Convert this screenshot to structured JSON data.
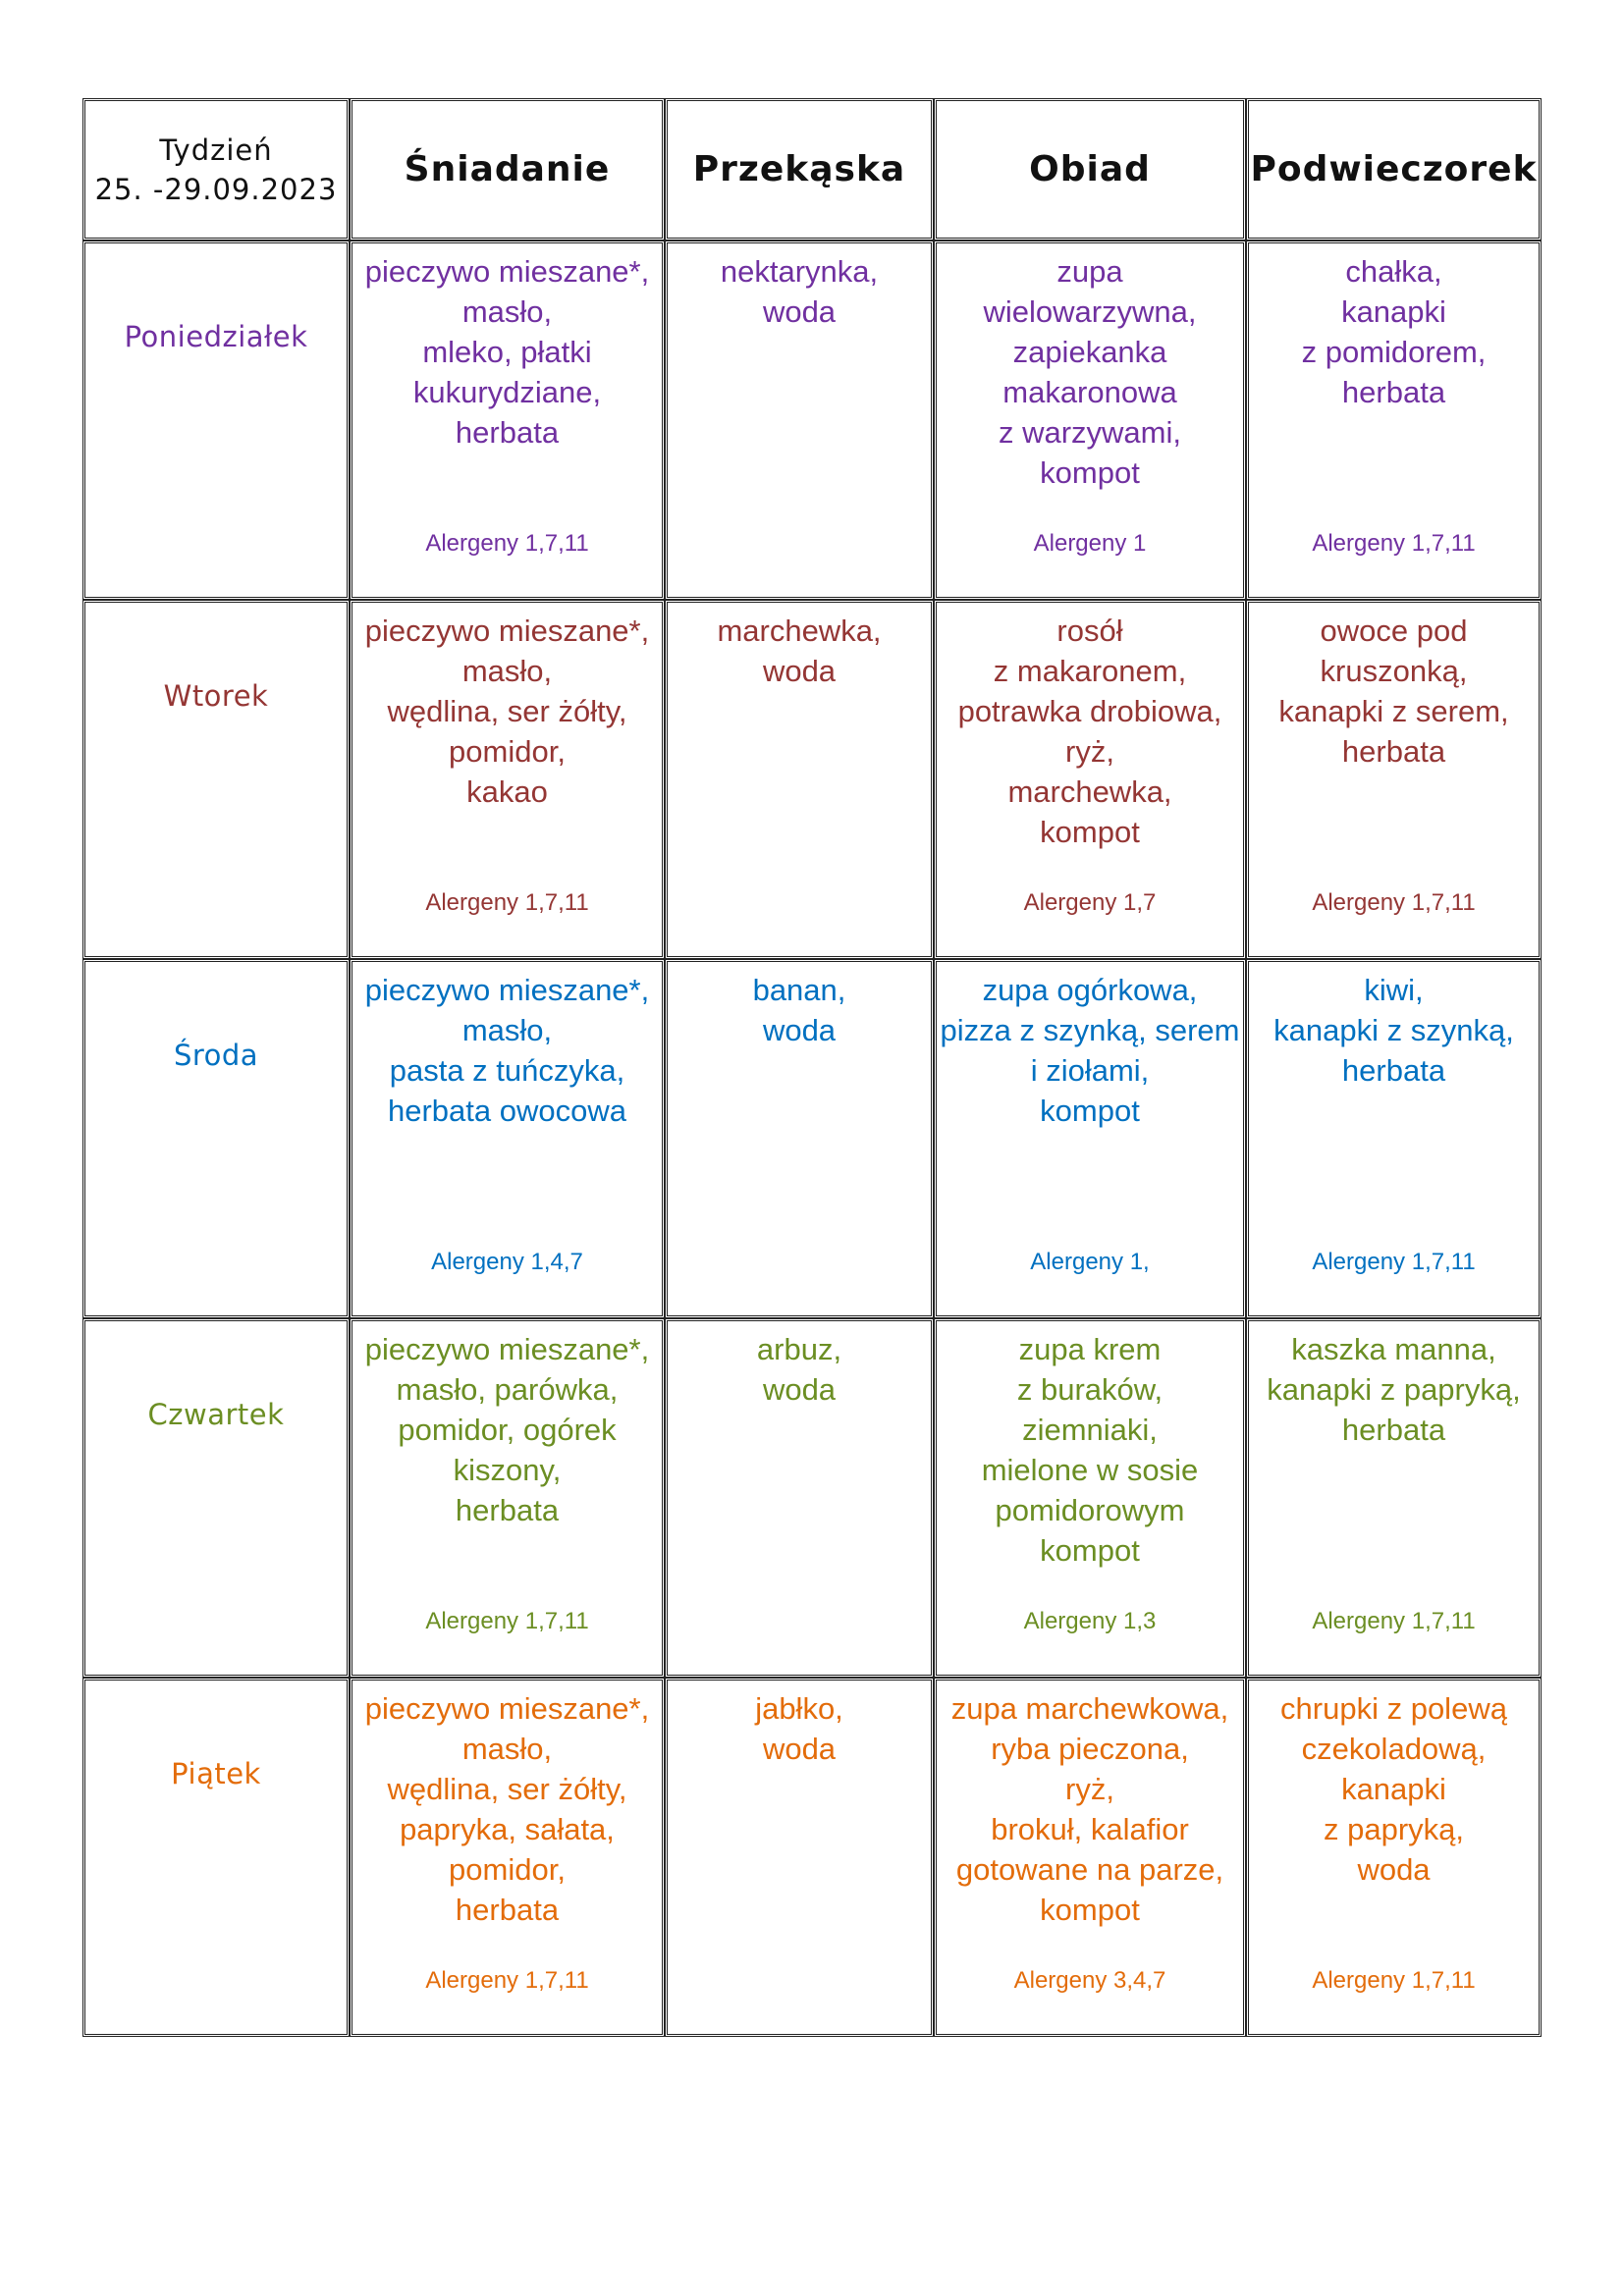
{
  "header": {
    "week_label": "Tydzień",
    "week_dates": "25. -29.09.2023",
    "columns": [
      "Śniadanie",
      "Przekąska",
      "Obiad",
      "Podwieczorek"
    ]
  },
  "rows": [
    {
      "day": "Poniedziałek",
      "color": "#7030a0",
      "breakfast": "pieczywo mieszane*,\nmasło,\nmleko, płatki\nkukurydziane,\nherbata",
      "breakfast_allergens": "Alergeny 1,7,11",
      "snack": "nektarynka,\nwoda",
      "lunch": "zupa\nwielowarzywna,\nzapiekanka\nmakaronowa\nz warzywami,\nkompot",
      "lunch_allergens": "Alergeny 1",
      "tea": "chałka,\nkanapki\nz pomidorem,\nherbata",
      "tea_allergens": "Alergeny 1,7,11"
    },
    {
      "day": "Wtorek",
      "color": "#943634",
      "breakfast": "pieczywo mieszane*,\nmasło,\nwędlina, ser żółty,\npomidor,\nkakao",
      "breakfast_allergens": "Alergeny 1,7,11",
      "snack": "marchewka,\nwoda",
      "lunch": "rosół\nz makaronem,\npotrawka drobiowa,\nryż,\nmarchewka,\nkompot",
      "lunch_allergens": "Alergeny 1,7",
      "tea": "owoce pod\nkruszonką,\nkanapki z serem,\nherbata",
      "tea_allergens": "Alergeny 1,7,11"
    },
    {
      "day": "Środa",
      "color": "#0070c0",
      "breakfast": "pieczywo mieszane*,\nmasło,\npasta z tuńczyka,\nherbata owocowa",
      "breakfast_allergens": "Alergeny 1,4,7",
      "snack": "banan,\nwoda",
      "lunch": "zupa ogórkowa,\npizza z szynką, serem\ni ziołami,\nkompot",
      "lunch_allergens": "Alergeny 1,",
      "tea": "kiwi,\nkanapki z szynką,\nherbata",
      "tea_allergens": "Alergeny 1,7,11"
    },
    {
      "day": "Czwartek",
      "color": "#6b8e23",
      "breakfast": "pieczywo mieszane*,\nmasło, parówka,\npomidor, ogórek\nkiszony,\nherbata",
      "breakfast_allergens": "Alergeny 1,7,11",
      "snack": "arbuz,\nwoda",
      "lunch": "zupa krem\nz buraków,\nziemniaki,\nmielone w sosie\npomidorowym\nkompot",
      "lunch_allergens": "Alergeny 1,3",
      "tea": "kaszka manna,\nkanapki z papryką,\nherbata",
      "tea_allergens": "Alergeny 1,7,11"
    },
    {
      "day": "Piątek",
      "color": "#e36c0a",
      "breakfast": "pieczywo mieszane*,\nmasło,\nwędlina, ser żółty,\npapryka, sałata,\npomidor,\nherbata",
      "breakfast_allergens": "Alergeny 1,7,11",
      "snack": "jabłko,\nwoda",
      "lunch": "zupa marchewkowa,\nryba pieczona,\nryż,\nbrokuł, kalafior\ngotowane na parze,\nkompot",
      "lunch_allergens": "Alergeny 3,4,7",
      "tea": "chrupki z polewą\nczekoladową,\nkanapki\nz papryką,\nwoda",
      "tea_allergens": "Alergeny 1,7,11"
    }
  ]
}
